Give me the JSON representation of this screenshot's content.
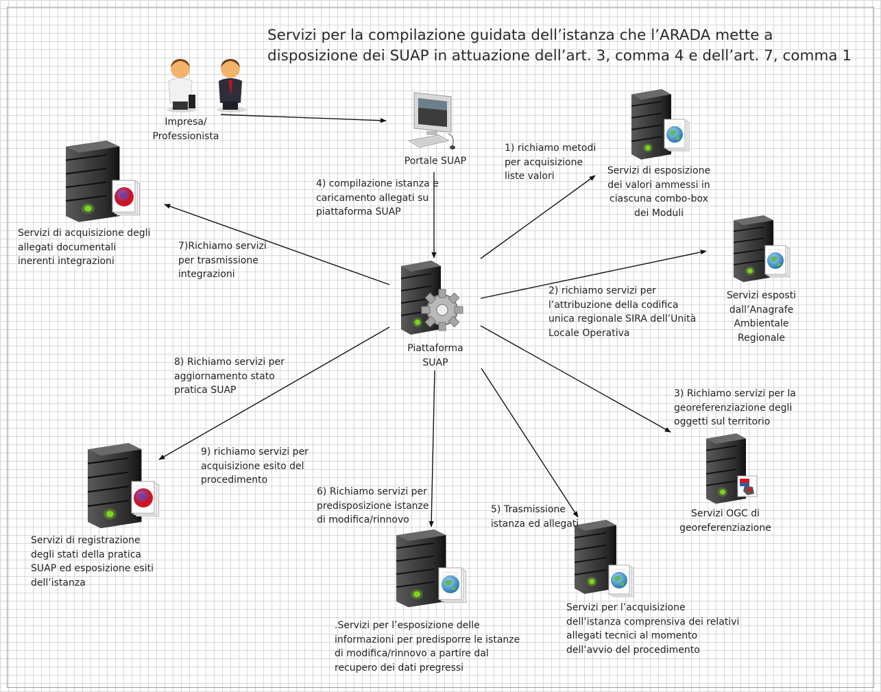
{
  "title": "Servizi per la compilazione guidata dell’istanza che l’ARADA mette a\ndisposizione dei SUAP in attuazione dell’art. 3, comma 4 e dell’art. 7, comma 1",
  "colors": {
    "server_body": "#3a3a3a",
    "server_led": "#7ed321",
    "globe": "#2e86c1",
    "globe_land": "#5cb85c",
    "doc_red": "#d9161f",
    "doc_purple": "#6a3fa0",
    "arrow": "#111111",
    "grid": "#d7d7d7"
  },
  "nodes": {
    "users": {
      "label": "Impresa/\nProfessionista",
      "icon": "people-icon"
    },
    "portale": {
      "label": "Portale SUAP",
      "icon": "computer-icon"
    },
    "piattaforma": {
      "label": "Piattaforma\nSUAP",
      "icon": "server-gear-icon"
    },
    "acquisizione_allegati": {
      "label": "Servizi di acquisizione degli\nallegati documentali\ninerenti integrazioni",
      "icon": "server-red-doc-icon"
    },
    "esposizione_valori": {
      "label": "Servizi  di  esposizione\ndei valori ammessi in\nciascuna combo-box\ndei Moduli",
      "icon": "server-globe-icon"
    },
    "anagrafe": {
      "label": "Servizi esposti\ndall’Anagrafe\nAmbientale\nRegionale",
      "icon": "server-globe-icon"
    },
    "ogc": {
      "label": "Servizi OGC di\ngeoreferenziazione",
      "icon": "server-map-icon"
    },
    "acquisizione_istanza": {
      "label": "Servizi per l’acquisizione\ndell’istanza comprensiva dei relativi\nallegati tecnici al momento\ndell’avvio del procedimento",
      "icon": "server-globe-icon"
    },
    "esposizione_info": {
      "label": ".Servizi per l’esposizione delle\ninformazioni per predisporre le istanze\ndi modifica/rinnovo a partire dal\nrecupero dei dati pregressi",
      "icon": "server-globe-icon"
    },
    "registrazione": {
      "label": "Servizi di registrazione\ndegli stati della pratica\nSUAP ed esposizione esiti\ndell’istanza",
      "icon": "server-red-doc-icon"
    }
  },
  "edges": {
    "e1": "1) richiamo metodi\nper acquisizione\nliste valori",
    "e2": "2) richiamo servizi per\nl’attribuzione della codifica\nunica regionale SIRA dell’Unità\nLocale Operativa",
    "e3": "3) Richiamo servizi per la\ngeoreferenziazione degli\noggetti sul territorio",
    "e4": "4) compilazione istanza e\ncaricamento allegati su\npiattaforma SUAP",
    "e5": "5) Trasmissione\nistanza ed allegati",
    "e6": "6) Richiamo servizi per\npredisposizione istanze\ndi modifica/rinnovo",
    "e7": "7)Richiamo servizi\nper trasmissione\nintegrazioni",
    "e8": "8) Richiamo servizi per\naggiornamento stato\npratica SUAP",
    "e9": "9) richiamo servizi per\nacquisizione esito del\nprocedimento"
  }
}
